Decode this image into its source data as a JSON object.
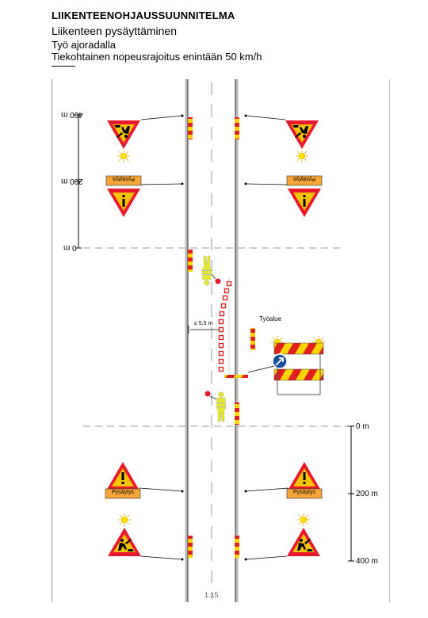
{
  "header": {
    "title": "LIIKENTEENOHJAUSSUUNNITELMA",
    "subtitle": "Liikenteen pysäyttäminen",
    "location": "Työ ajoradalla",
    "speed_limit": "Tiekohtainen nopeusrajoitus enintään 50 km/h"
  },
  "distances_top": {
    "d400": "400 m",
    "d200": "200 m",
    "d0": "0 m"
  },
  "distances_bottom": {
    "d0": "0 m",
    "d200": "200 m",
    "d400": "400 m"
  },
  "signs": {
    "stop_plate_text": "Pysäytys"
  },
  "work_area": {
    "label": "Työalue",
    "clearance": "≥ 5.5 m"
  },
  "footer": {
    "page_number": "1.15"
  },
  "colors": {
    "sign_red": "#e8192c",
    "sign_yellow": "#f5c400",
    "plate_orange": "#f7a536",
    "barrier_red": "#e02020",
    "barrier_yellow": "#ffd400",
    "mandatory_blue": "#1a4fa0",
    "worker_vest": "#e4e82a"
  },
  "icons": [
    "roadworks-warning-sign",
    "general-danger-sign",
    "stop-plate",
    "flashing-light",
    "barrier-fence",
    "keep-right-sign",
    "flagger-worker",
    "traffic-cone",
    "reflector-post"
  ]
}
